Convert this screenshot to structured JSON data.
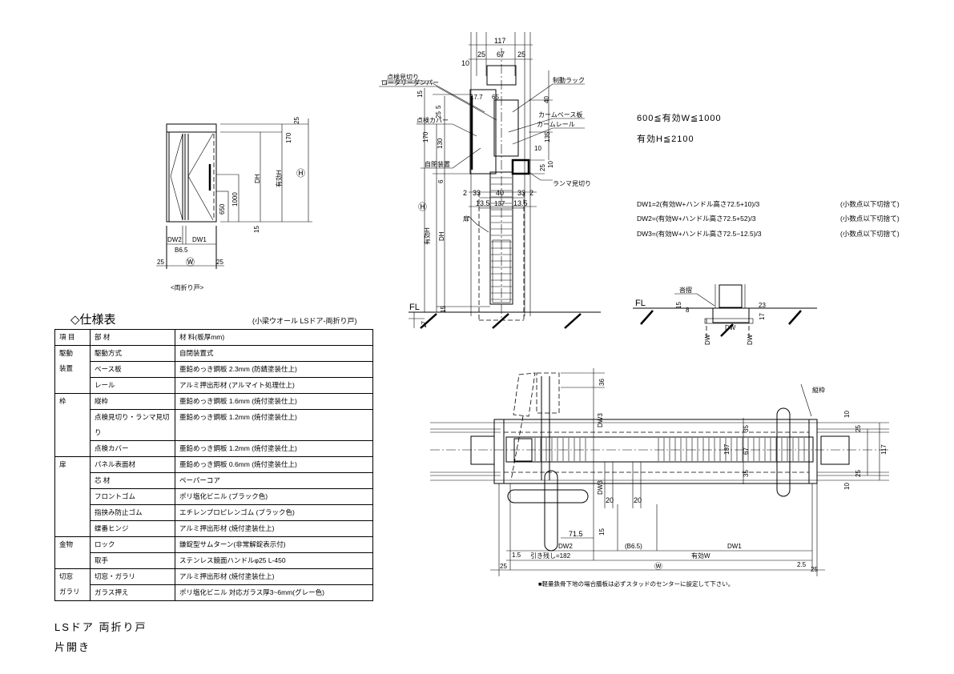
{
  "front_view": {
    "caption": "<両折り戸>",
    "dim_top": "25",
    "dim_header": "170",
    "dim_dh": "DH",
    "dim_eff_h": "有効H",
    "dim_h": "Ⓗ",
    "dim_1000": "1000",
    "dim_650": "650",
    "dim_15": "15",
    "dim_dw2": "DW2",
    "dim_dw1": "DW1",
    "dim_b65": "B6.5",
    "dim_left": "25",
    "dim_w": "Ⓦ",
    "dim_right": "25"
  },
  "section_view": {
    "dims_top": [
      "117",
      "25",
      "67",
      "25"
    ],
    "dim_10a": "10",
    "dim_15a": "15",
    "dim_177": "17.7",
    "dim_65": "65",
    "dim_40": "40",
    "dim_525": "5",
    "dim_25b": "25",
    "dim_170": "170",
    "dim_130": "130",
    "dim_135": "135",
    "dim_10b": "10",
    "dim_10c": "10",
    "dim_25c": "25",
    "dim_6": "6",
    "dims_bottom": [
      "2",
      "33",
      "40",
      "33",
      "2"
    ],
    "dims_bottom2": [
      "13.5",
      "137",
      "13.5"
    ],
    "dim_h": "Ⓗ",
    "dim_eff_h": "有効H",
    "dim_dh": "DH",
    "dim_15b": "15",
    "dim_17": "17",
    "fl": "FL",
    "labels": {
      "inspection_trim": "点検見切り",
      "rotary_damper": "ロータリーダンパー",
      "inspection_cover": "点検カバー",
      "self_closer": "自閉装置",
      "brake_rack": "制動ラック",
      "cam_base": "カームベース板",
      "cam_rail": "カームレール",
      "transom_trim": "ランマ見切り",
      "door": "扉"
    }
  },
  "conditions": [
    "600≦有効W≦1000",
    "有効H≦2100"
  ],
  "formulas": [
    {
      "expr": "DW1=2(有効W+ハンドル高さ72.5+10)/3",
      "note": "(小数点以下切捨て)"
    },
    {
      "expr": "DW2=(有効W+ハンドル高さ72.5+52)/3",
      "note": "(小数点以下切捨て)"
    },
    {
      "expr": "DW3=(有効W+ハンドル高さ72.5−12.5)/3",
      "note": "(小数点以下切捨て)"
    }
  ],
  "sill_detail": {
    "label": "沓摺",
    "fl": "FL",
    "dims": [
      "15",
      "8",
      "17",
      "23",
      "DW",
      "DW",
      "DW"
    ]
  },
  "plan_view": {
    "frame_label": "縦枠",
    "dim_36": "36",
    "dim_dw3a": "DW3",
    "dim_dw3b": "DW3",
    "dim_35a": "35",
    "dim_35b": "35",
    "dim_137": "137",
    "dim_67": "67",
    "dim_117": "117",
    "dim_25a": "25",
    "dim_25b": "25",
    "dim_10a": "10",
    "dim_10b": "10",
    "dim_20a": "20",
    "dim_20b": "20",
    "dim_715": "71.5",
    "dim_15": "15",
    "dim_dw2": "DW2",
    "dim_b65": "(B6.5)",
    "dim_dw1": "DW1",
    "dim_15b": "1.5",
    "pull_margin": "引き残し=182",
    "eff_w": "有効W",
    "dim_25l": "25",
    "dim_w": "Ⓦ",
    "dim_25_": "2.5",
    "dim_25r": "25"
  },
  "note": "■軽量鉄骨下地の場合膳板は必ずスタッドのセンターに設定して下さい。",
  "spec_table": {
    "title": "◇仕様表",
    "subtitle": "(小梁ウオール LSドア-両折り戸)",
    "headers": [
      "項 目",
      "部 材",
      "材 料(板厚mm)"
    ],
    "groups": [
      {
        "name": [
          "駆動",
          "装置"
        ],
        "rows": [
          {
            "part": "駆動方式",
            "material": "自閉装置式"
          },
          {
            "part": "ベース板",
            "material": "亜鉛めっき鋼板 2.3mm (防錆塗装仕上)"
          },
          {
            "part": "レール",
            "material": "アルミ押出形材 (アルマイト処理仕上)"
          }
        ]
      },
      {
        "name": [
          "枠"
        ],
        "rows": [
          {
            "part": "縦枠",
            "material": "亜鉛めっき鋼板 1.6mm (焼付塗装仕上)"
          },
          {
            "part": "点検見切り・ランマ見切り",
            "material": "亜鉛めっき鋼板 1.2mm (焼付塗装仕上)"
          },
          {
            "part": "点検カバー",
            "material": "亜鉛めっき鋼板 1.2mm (焼付塗装仕上)"
          }
        ]
      },
      {
        "name": [
          "扉"
        ],
        "rows": [
          {
            "part": "パネル表面材",
            "material": "亜鉛めっき鋼板 0.6mm (焼付塗装仕上)"
          },
          {
            "part": "芯 材",
            "material": "ペーパーコア"
          },
          {
            "part": "フロントゴム",
            "material": "ポリ塩化ビニル (ブラック色)"
          },
          {
            "part": "指挟み防止ゴム",
            "material": "エチレンプロピレンゴム (ブラック色)"
          },
          {
            "part": "蝶番ヒンジ",
            "material": "アルミ押出形材 (焼付塗装仕上)"
          }
        ]
      },
      {
        "name": [
          "金物"
        ],
        "rows": [
          {
            "part": "ロック",
            "material": "鎌錠型サムターン(非常解錠表示付)"
          },
          {
            "part": "取手",
            "material": "ステンレス鏡面ハンドルφ25 L-450"
          }
        ]
      },
      {
        "name": [
          "切窓",
          "ガラリ"
        ],
        "rows": [
          {
            "part": "切窓・ガラリ",
            "material": "アルミ押出形材 (焼付塗装仕上)"
          },
          {
            "part": "ガラス押え",
            "material": "ポリ塩化ビニル 対応ガラス厚3~6mm(グレー色)"
          }
        ]
      }
    ]
  },
  "title_block": {
    "name": "LSドア 両折り戸",
    "type": "片開き"
  }
}
